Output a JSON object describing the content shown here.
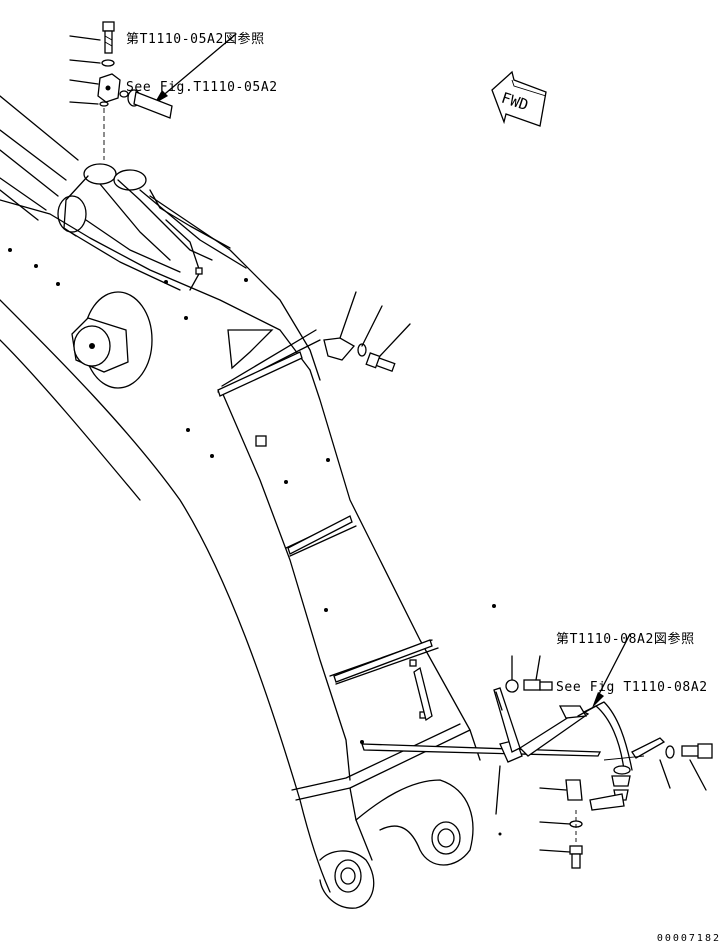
{
  "references": {
    "top": {
      "line_jp": "第T1110-05A2図参照",
      "line_en": "See Fig.T1110-05A2"
    },
    "bottom": {
      "line_jp": "第T1110-08A2図参照",
      "line_en": "See Fig T1110-08A2"
    }
  },
  "direction_marker": {
    "label": "FWD"
  },
  "doc_number": "00007182"
}
